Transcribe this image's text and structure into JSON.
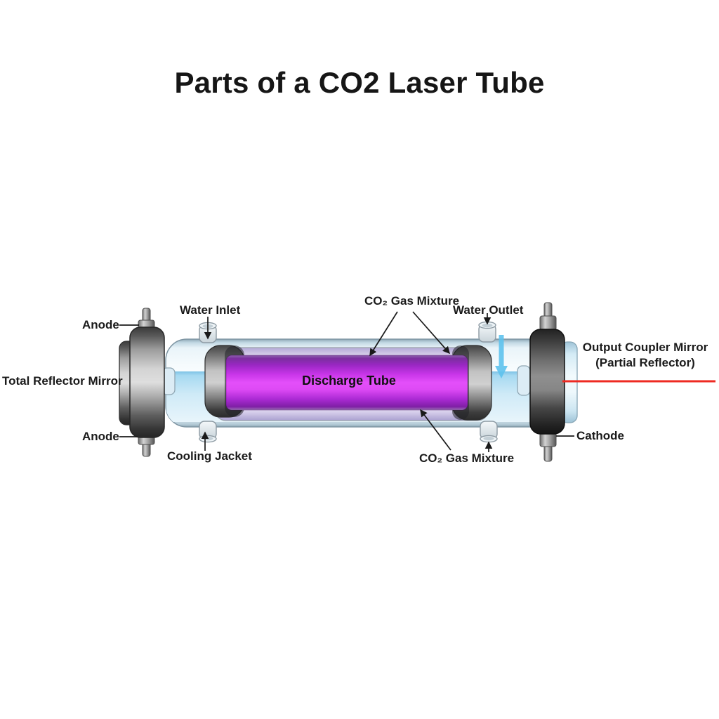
{
  "title": "Parts of a CO2 Laser Tube",
  "labels": {
    "anode_top": "Anode",
    "anode_bottom": "Anode",
    "total_reflector_mirror": "Total Reflector Mirror",
    "water_inlet": "Water Inlet",
    "cooling_jacket": "Cooling Jacket",
    "co2_gas_mixture_top": "CO₂ Gas Mixture",
    "co2_gas_mixture_bottom": "CO₂ Gas Mixture",
    "water_outlet": "Water Outlet",
    "output_coupler_line1": "Output Coupler Mirror",
    "output_coupler_line2": "(Partial Reflector)",
    "cathode": "Cathode",
    "discharge_tube": "Discharge Tube"
  },
  "colors": {
    "background": "#ffffff",
    "title_text": "#161616",
    "label_text": "#1b1b1b",
    "laser_beam_red": "#ee2a22",
    "water_flow_arrow_blue": "#5fc3ee",
    "discharge_glow_magenta": "#e44ffa",
    "discharge_dark_purple": "#7b2f9f",
    "cooling_water_blue": "#a6d9f1",
    "glass_blue": "#d9ecf6",
    "metal_silver": "#d4d4d4",
    "metal_dark": "#2b2b2b"
  }
}
